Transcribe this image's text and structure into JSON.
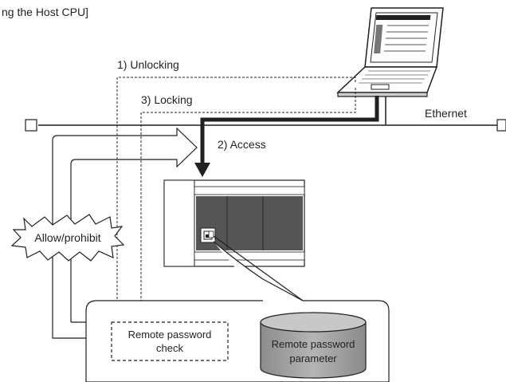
{
  "header": {
    "caption_fragment": "ng the Host CPU]"
  },
  "network": {
    "label": "Ethernet"
  },
  "steps": {
    "unlock": "1) Unlocking",
    "access": "2) Access",
    "lock": "3) Locking"
  },
  "control": {
    "label": "Allow/prohibit"
  },
  "check_box": {
    "line1": "Remote password",
    "line2": "check"
  },
  "parameter": {
    "line1": "Remote password",
    "line2": "parameter"
  }
}
